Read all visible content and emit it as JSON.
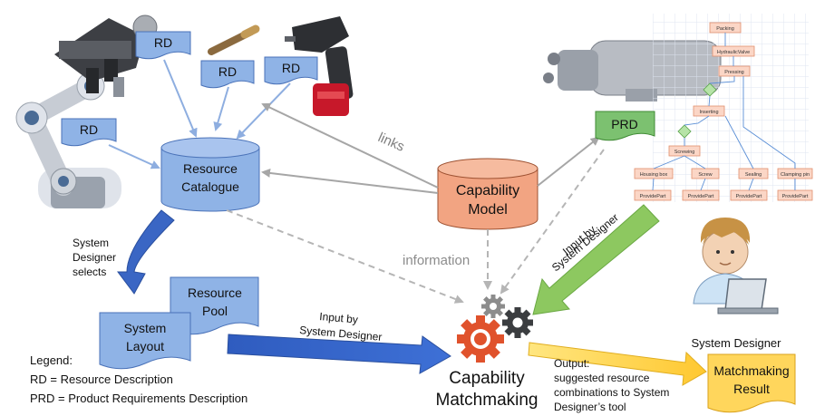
{
  "rd_label": "RD",
  "prd_label": "PRD",
  "resource_catalogue": [
    "Resource",
    "Catalogue"
  ],
  "capability_model": [
    "Capability",
    "Model"
  ],
  "links_label": "links",
  "information_label": "information",
  "designer_selects": [
    "System",
    "Designer",
    "selects"
  ],
  "resource_pool": [
    "Resource",
    "Pool"
  ],
  "system_layout": [
    "System",
    "Layout"
  ],
  "input_by_bottom": [
    "Input by",
    "System Designer"
  ],
  "input_by_prd": [
    "Input by",
    "System Designer"
  ],
  "capability_matchmaking": [
    "Capability",
    "Matchmaking"
  ],
  "system_designer": "System Designer",
  "output": [
    "Output:",
    "suggested resource",
    "combinations to System",
    "Designer’s tool"
  ],
  "matchmaking_result": [
    "Matchmaking",
    "Result"
  ],
  "legend": {
    "title": "Legend:",
    "rd": "RD = Resource  Description",
    "prd": "PRD = Product Requirements  Description"
  },
  "workflow_nodes": [
    "Packing",
    "HydraulicValve",
    "Pressing",
    "Inserting",
    "Screwing",
    "Housing box",
    "Screw",
    "Sealing",
    "Clamping pin",
    "ProvidePart"
  ],
  "colors": {
    "blue_fill": "#8fb3e6",
    "blue_stroke": "#4a72b8",
    "salmon_fill": "#f2a482",
    "green_fill": "#7cc170",
    "yellow_fill": "#ffd65c",
    "blue_arrow": "#3a66c4",
    "green_arrow": "#8dc860",
    "gear_red": "#e0522c"
  }
}
